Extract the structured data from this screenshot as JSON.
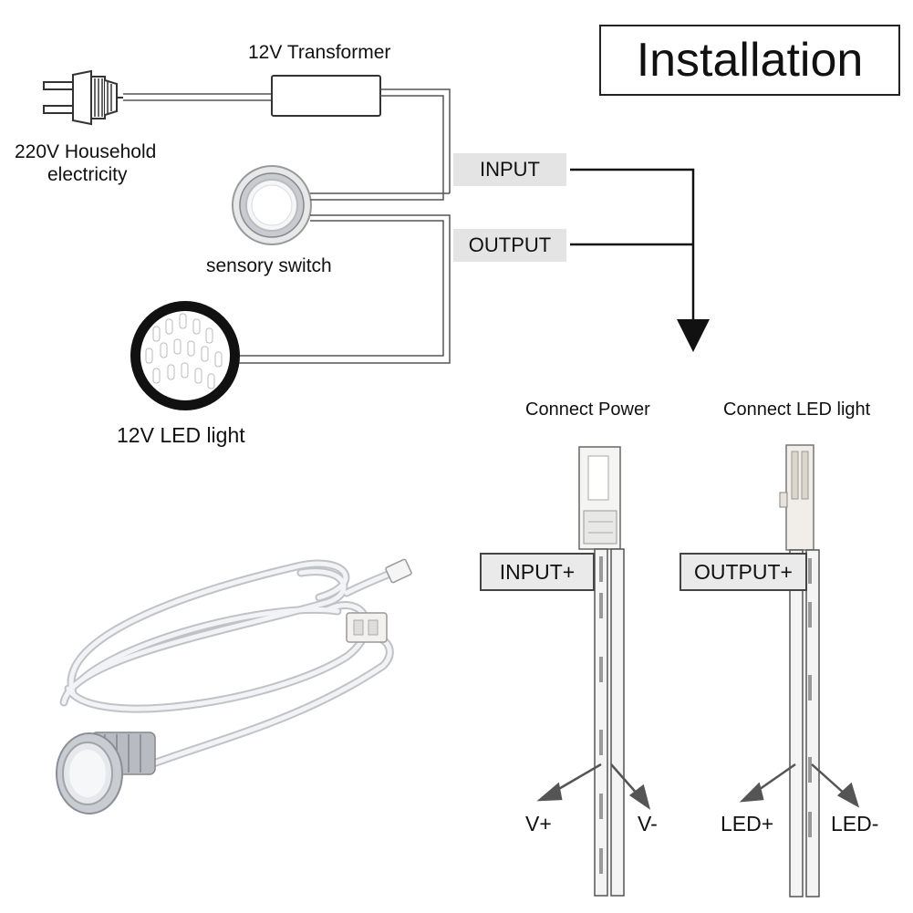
{
  "title": "Installation",
  "wiring": {
    "transformer_label": "12V Transformer",
    "household_label_line1": "220V Household",
    "household_label_line2": "electricity",
    "sensor_label": "sensory switch",
    "led_label": "12V LED light",
    "input_tag": "INPUT",
    "output_tag": "OUTPUT"
  },
  "connectors": {
    "power": {
      "heading": "Connect Power",
      "tag": "INPUT+",
      "wire_left": "V+",
      "wire_right": "V-"
    },
    "led": {
      "heading": "Connect LED light",
      "tag": "OUTPUT+",
      "wire_left": "LED+",
      "wire_right": "LED-"
    }
  },
  "colors": {
    "line": "#333333",
    "tag_background": "#e4e4e4",
    "cable": "#e8e8e8",
    "metal": "#b8bcc2"
  }
}
